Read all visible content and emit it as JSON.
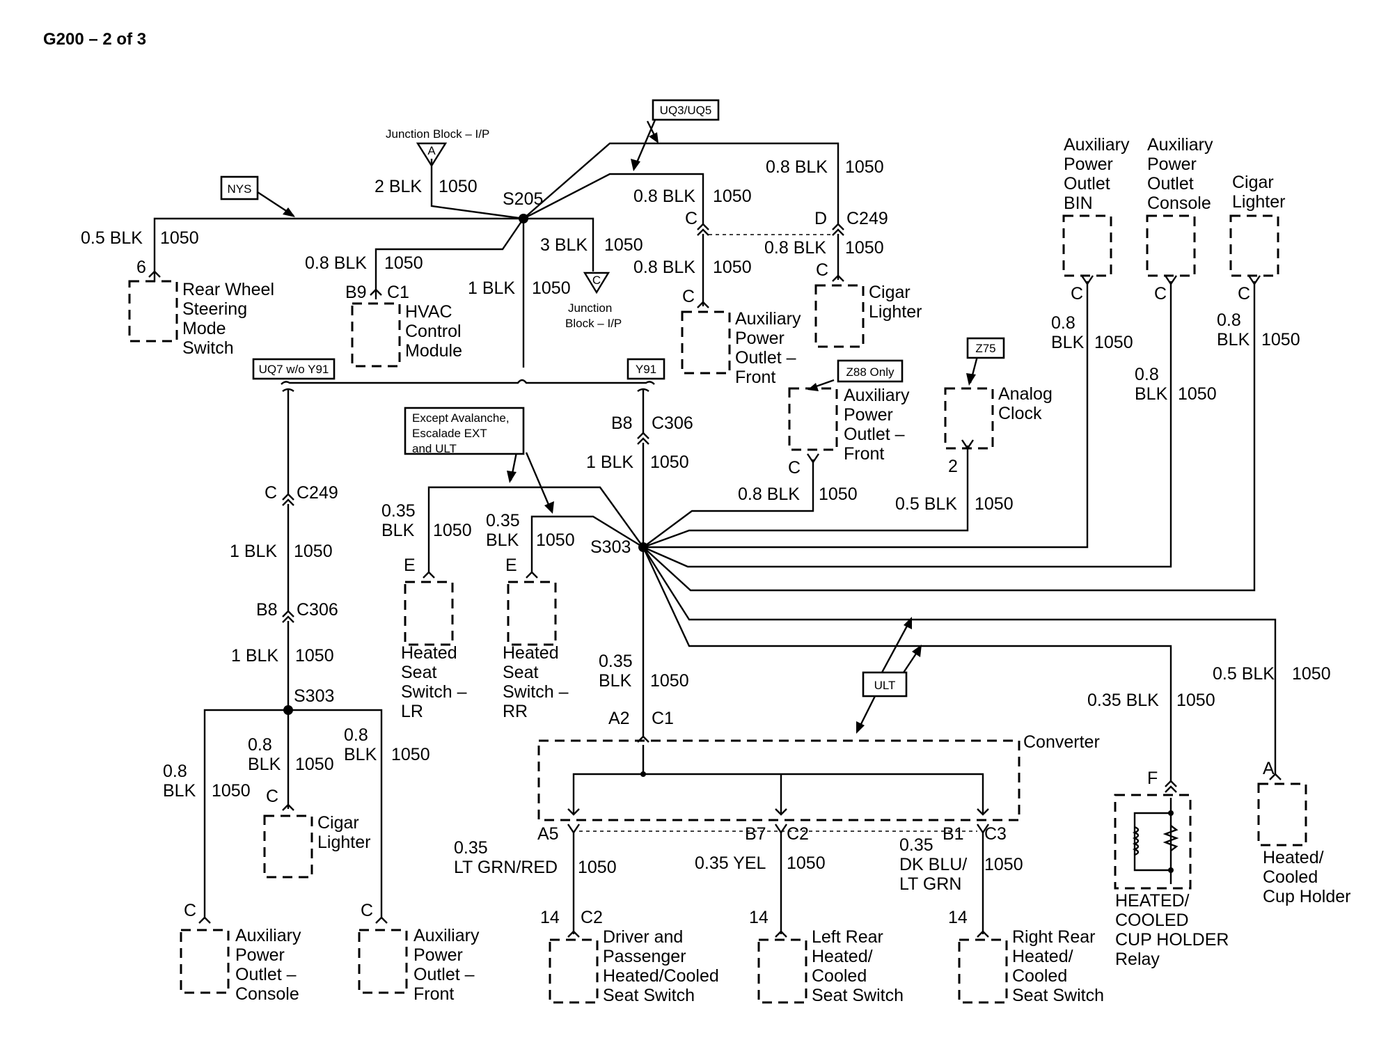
{
  "title": "G200 – 2 of 3",
  "tags": {
    "nys": "NYS",
    "uq3uq5": "UQ3/UQ5",
    "uq7": "UQ7 w/o Y91",
    "y91": "Y91",
    "except": [
      "Except Avalanche,",
      "Escalade EXT",
      "and ULT"
    ],
    "z88": "Z88 Only",
    "z75": "Z75",
    "ult": "ULT"
  },
  "junction_blocks": {
    "top_label": "Junction Block – I/P",
    "top_pin": "A",
    "mid_label": [
      "Junction",
      "Block – I/P"
    ],
    "mid_pin": "C"
  },
  "splices": {
    "s205": "S205",
    "s303a": "S303",
    "s303b": "S303"
  },
  "wires": {
    "w2blk": "2 BLK",
    "w3blk": "3 BLK",
    "w1blk": "1 BLK",
    "w08blk": "0.8 BLK",
    "w05blk": "0.5 BLK",
    "w035blk": "0.35 BLK",
    "w08": "0.8",
    "w035": "0.35",
    "blk": "BLK",
    "circuit": "1050",
    "ltgrnred": "LT GRN/RED",
    "yel": "0.35 YEL",
    "dkblu": "DK BLU/",
    "ltgrn": "LT GRN"
  },
  "connectors": {
    "c249": "C249",
    "c306": "C306",
    "c1": "C1",
    "c2": "C2",
    "c3": "C3",
    "pin_c": "C",
    "pin_d": "D",
    "pin_e": "E",
    "pin_f": "F",
    "pin_a": "A",
    "pin_6": "6",
    "pin_2": "2",
    "pin_14": "14",
    "b9": "B9",
    "b8": "B8",
    "a2": "A2",
    "a5": "A5",
    "b7": "B7",
    "b1": "B1"
  },
  "components": {
    "rear_wheel": [
      "Rear Wheel",
      "Steering",
      "Mode",
      "Switch"
    ],
    "hvac": [
      "HVAC",
      "Control",
      "Module"
    ],
    "aux_front": [
      "Auxiliary",
      "Power",
      "Outlet –",
      "Front"
    ],
    "cigar": [
      "Cigar",
      "Lighter"
    ],
    "aux_bin": [
      "Auxiliary",
      "Power",
      "Outlet",
      "BIN"
    ],
    "aux_console_top": [
      "Auxiliary",
      "Power",
      "Outlet",
      "Console"
    ],
    "cigar_top": [
      "Cigar",
      "Lighter"
    ],
    "analog_clock": [
      "Analog",
      "Clock"
    ],
    "heated_lr": [
      "Heated",
      "Seat",
      "Switch –",
      "LR"
    ],
    "heated_rr": [
      "Heated",
      "Seat",
      "Switch –",
      "RR"
    ],
    "converter": "Converter",
    "cup_relay": [
      "HEATED/",
      "COOLED",
      "CUP HOLDER",
      "Relay"
    ],
    "cup_holder": [
      "Heated/",
      "Cooled",
      "Cup Holder"
    ],
    "aux_console": [
      "Auxiliary",
      "Power",
      "Outlet –",
      "Console"
    ],
    "driver_pass": [
      "Driver and",
      "Passenger",
      "Heated/Cooled",
      "Seat Switch"
    ],
    "left_rear": [
      "Left Rear",
      "Heated/",
      "Cooled",
      "Seat Switch"
    ],
    "right_rear": [
      "Right Rear",
      "Heated/",
      "Cooled",
      "Seat Switch"
    ]
  }
}
